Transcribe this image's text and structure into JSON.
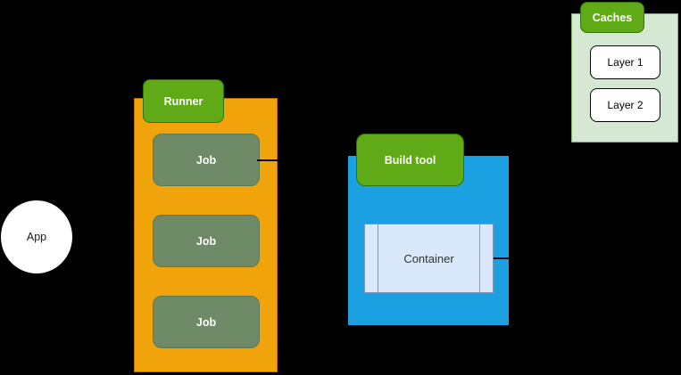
{
  "diagram": {
    "nodes": {
      "app": {
        "label": "App"
      },
      "runner": {
        "label": "Runner"
      },
      "jobs": [
        {
          "label": "Job"
        },
        {
          "label": "Job"
        },
        {
          "label": "Job"
        }
      ],
      "build_tool": {
        "label": "Build tool"
      },
      "container": {
        "label": "Container"
      },
      "caches": {
        "label": "Caches"
      },
      "layers": [
        {
          "label": "Layer 1"
        },
        {
          "label": "Layer 2"
        }
      ]
    }
  },
  "colors": {
    "bg": "#000000",
    "green_fill": "#60A917",
    "green_stroke": "#2D7600",
    "orange_fill": "#F0A30A",
    "orange_stroke": "#BD7000",
    "sage_fill": "#6F8A66",
    "sage_stroke": "#5C7A52",
    "blue_fill": "#1BA1E2",
    "container_fill": "#DAE8FC",
    "container_stroke": "#8296B8",
    "cache_fill": "#D5E8D4",
    "cache_stroke": "#82B366",
    "text_light": "#FFFFFF",
    "text_dark": "#1A1A1A",
    "connector": "#000000"
  }
}
